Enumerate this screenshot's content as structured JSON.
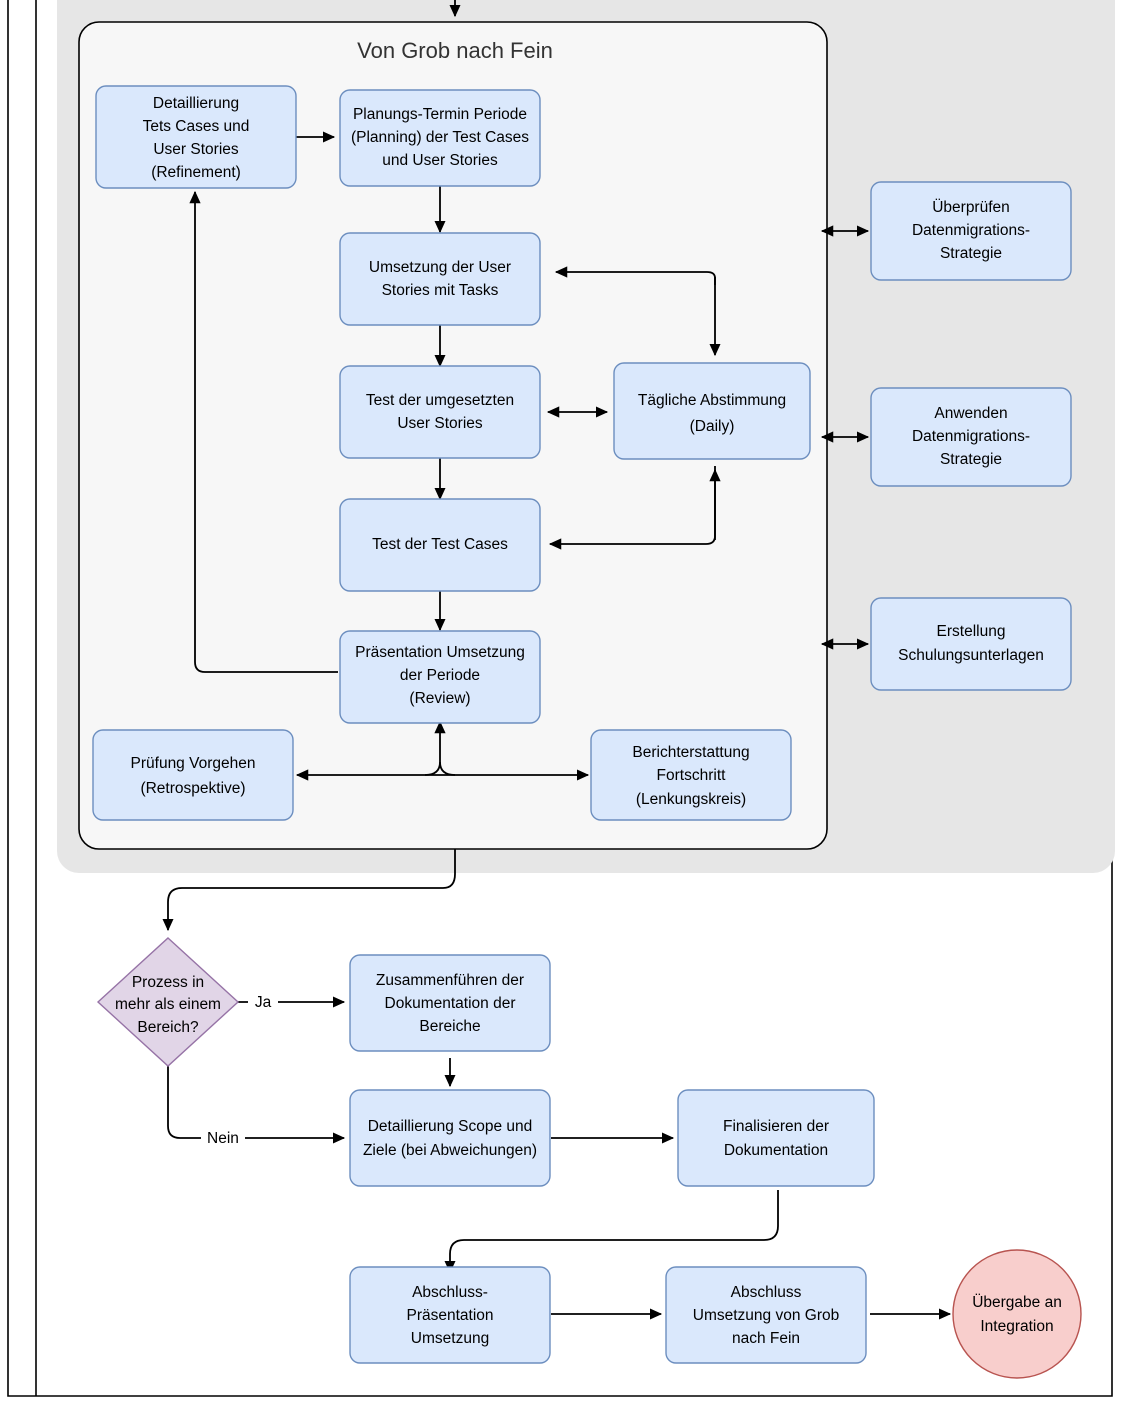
{
  "diagram": {
    "title": "Von Grob nach Fein",
    "language": "de",
    "colors": {
      "process_fill": "#dae8fc",
      "process_stroke": "#6c8ebf",
      "decision_fill": "#e1d5e7",
      "decision_stroke": "#9673a6",
      "terminator_fill": "#f8cecc",
      "terminator_stroke": "#b85450",
      "group_outer_fill": "#e6e6e6",
      "group_inner_fill": "#f7f7f7",
      "watermark_fill": "#faf2dd",
      "edge_stroke": "#000000",
      "title_text": "#333333"
    }
  },
  "group": {
    "label": "Von Grob nach Fein"
  },
  "nodes": {
    "refinement": {
      "lines": [
        "Detaillierung",
        "Tets Cases und",
        "User Stories",
        "(Refinement)"
      ]
    },
    "planning": {
      "lines": [
        "Planungs-Termin Periode",
        "(Planning) der Test Cases",
        "und User Stories"
      ]
    },
    "umsetzung": {
      "lines": [
        "Umsetzung der User",
        "Stories mit Tasks"
      ]
    },
    "test_user_stories": {
      "lines": [
        "Test der umgesetzten",
        "User Stories"
      ]
    },
    "test_cases": {
      "lines": [
        "Test der Test Cases"
      ]
    },
    "review": {
      "lines": [
        "Präsentation Umsetzung",
        "der Periode",
        "(Review)"
      ]
    },
    "daily": {
      "lines": [
        "Tägliche Abstimmung",
        "(Daily)"
      ]
    },
    "retrospektive": {
      "lines": [
        "Prüfung Vorgehen",
        "(Retrospektive)"
      ]
    },
    "lenkungskreis": {
      "lines": [
        "Berichterstattung",
        "Fortschritt",
        "(Lenkungskreis)"
      ]
    },
    "ueberpruefen_migration": {
      "lines": [
        "Überprüfen",
        "Datenmigrations-",
        "Strategie"
      ]
    },
    "anwenden_migration": {
      "lines": [
        "Anwenden",
        "Datenmigrations-",
        "Strategie"
      ]
    },
    "schulungsunterlagen": {
      "lines": [
        "Erstellung",
        "Schulungsunterlagen"
      ]
    },
    "decision_bereich": {
      "lines": [
        "Prozess in",
        "mehr als einem",
        "Bereich?"
      ]
    },
    "zusammenfuehren": {
      "lines": [
        "Zusammenführen der",
        "Dokumentation der",
        "Bereiche"
      ]
    },
    "detaillierung_scope": {
      "lines": [
        "Detaillierung Scope und",
        "Ziele (bei Abweichungen)"
      ]
    },
    "finalisieren": {
      "lines": [
        "Finalisieren der",
        "Dokumentation"
      ]
    },
    "abschluss_praesentation": {
      "lines": [
        "Abschluss-",
        "Präsentation",
        "Umsetzung"
      ]
    },
    "abschluss_umsetzung": {
      "lines": [
        "Abschluss",
        "Umsetzung von Grob",
        "nach Fein"
      ]
    },
    "uebergabe": {
      "lines": [
        "Übergabe an",
        "Integration"
      ]
    }
  },
  "edge_labels": {
    "ja": "Ja",
    "nein": "Nein"
  }
}
